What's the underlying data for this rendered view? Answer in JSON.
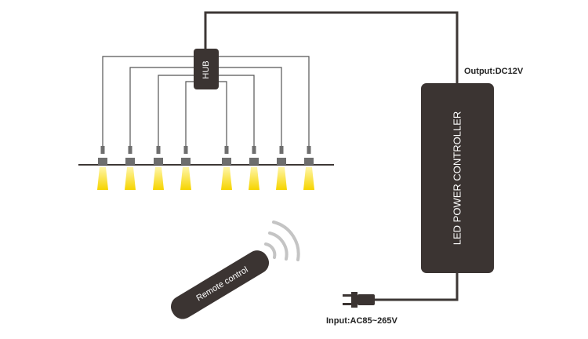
{
  "labels": {
    "hub": "HUB",
    "controller": "LED POWER CONTROLLER",
    "output": "Output:DC12V",
    "input": "Input:AC85~265V",
    "remote": "Remote control"
  },
  "lights": {
    "count": 8,
    "wire_color": "#3d3735",
    "beam_color_top": "#fff6a8",
    "beam_color_bottom": "#f6d400"
  },
  "colors": {
    "device": "#3b3432",
    "wire": "#3d3735",
    "signal": "#c4c4c4",
    "text": "#222222",
    "fitting": "#6e6e6e"
  }
}
